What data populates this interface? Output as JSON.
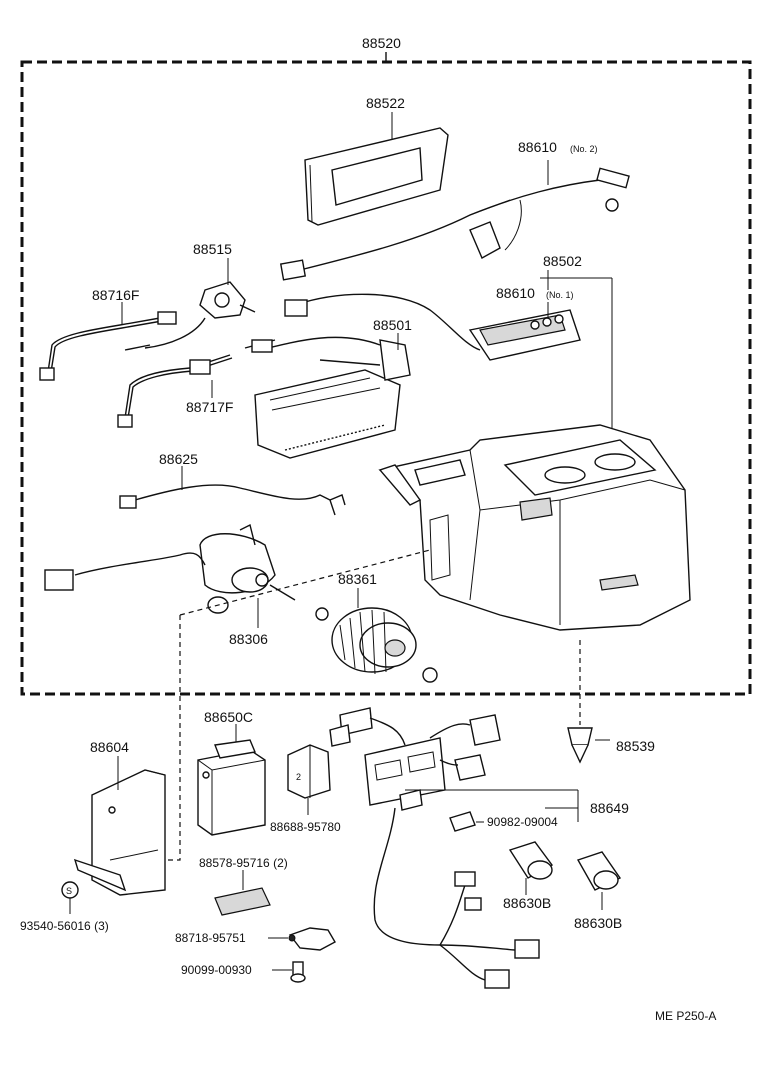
{
  "labels": {
    "assy": "88520",
    "cover": "88522",
    "sensor2": "88610",
    "sensor2_note": "(No. 2)",
    "valve": "88515",
    "pipe_f": "88716F",
    "unit_assy": "88502",
    "sensor1": "88610",
    "sensor1_note": "(No. 1)",
    "evaporator": "88501",
    "pipe_717": "88717F",
    "wire_625": "88625",
    "blower": "88361",
    "motor": "88306",
    "relay": "88650C",
    "bracket": "88604",
    "bracket_small": "88688-95780",
    "tape": "88578-95716 (2)",
    "nut": "93540-56016 (3)",
    "clamp": "88718-95751",
    "screw": "90099-00930",
    "clip": "88539",
    "harness": "88649",
    "fuse": "90982-09004",
    "switch_a": "88630B",
    "switch_b": "88630B",
    "ref": "ME P250-A"
  }
}
